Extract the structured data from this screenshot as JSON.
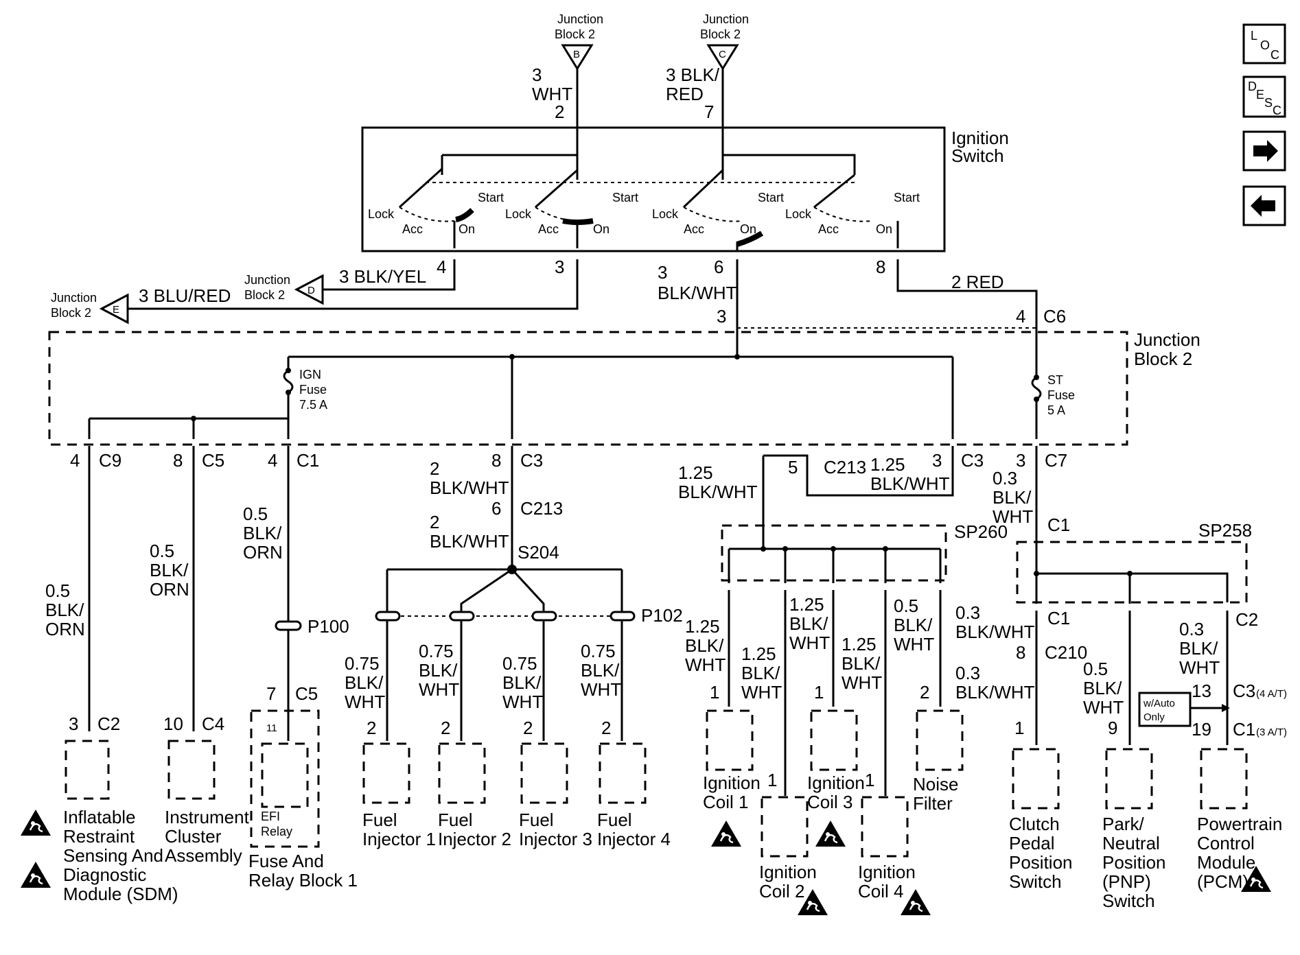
{
  "nav": {
    "loc": [
      "L",
      "O",
      "C"
    ],
    "desc": [
      "D",
      "E",
      "S",
      "C"
    ],
    "next_glyph": "➡",
    "prev_glyph": "⬅"
  },
  "ignition_switch": {
    "title": [
      "Ignition",
      "Switch"
    ],
    "pos_lock": "Lock",
    "pos_acc": "Acc",
    "pos_on": "On",
    "pos_start": "Start",
    "terms": [
      "4",
      "3",
      "6",
      "8"
    ],
    "top_terms": [
      "2",
      "7"
    ]
  },
  "top_feeds": [
    {
      "jb": [
        "Junction",
        "Block 2"
      ],
      "letter": "B",
      "wire": [
        "3",
        "WHT"
      ]
    },
    {
      "jb": [
        "Junction",
        "Block 2"
      ],
      "letter": "C",
      "wire": [
        "3 BLK/",
        "RED"
      ]
    }
  ],
  "left_feeds": [
    {
      "jb": [
        "Junction",
        "Block 2"
      ],
      "letter": "D",
      "wire": "3 BLK/YEL"
    },
    {
      "jb": [
        "Junction",
        "Block 2"
      ],
      "letter": "E",
      "wire": "3 BLU/RED"
    }
  ],
  "jb2": {
    "title": [
      "Junction",
      "Block 2"
    ],
    "in_wire_6": [
      "3",
      "BLK/WHT"
    ],
    "in_pin_3": "3",
    "in_wire_8": "2 RED",
    "in_pin_4": "4",
    "in_conn_c6": "C6",
    "ign_fuse": [
      "IGN",
      "Fuse",
      "7.5 A"
    ],
    "st_fuse": [
      "ST",
      "Fuse",
      "5 A"
    ]
  },
  "jb2_outputs": {
    "o1": [
      "4",
      "C9"
    ],
    "o2": [
      "8",
      "C5"
    ],
    "o3": [
      "4",
      "C1"
    ],
    "o4": [
      "8",
      "C3"
    ],
    "o5": [
      "3",
      "C3"
    ],
    "o6": [
      "3",
      "C7"
    ]
  },
  "wires": {
    "sdm": [
      "0.5",
      "BLK/",
      "ORN"
    ],
    "ic": [
      "0.5",
      "BLK/",
      "ORN"
    ],
    "fuse": [
      "0.5",
      "BLK/",
      "ORN"
    ],
    "inj_main": [
      "2",
      "BLK/WHT"
    ],
    "inj_c213": [
      "6",
      "C213"
    ],
    "inj_s204": [
      "2",
      "BLK/WHT"
    ],
    "s204": "S204",
    "p100": "P100",
    "p102": "P102",
    "inj": [
      "0.75",
      "BLK/",
      "WHT"
    ],
    "coil_feed": [
      "1.25",
      "BLK/WHT"
    ],
    "c213_5": [
      "5",
      "C213"
    ],
    "coil_feed_b": [
      "1.25",
      "BLK/WHT"
    ],
    "sp260": "SP260",
    "sp258": "SP258",
    "coil": [
      "1.25",
      "BLK/",
      "WHT"
    ],
    "nf": [
      "0.5",
      "BLK/",
      "WHT"
    ],
    "st_out": [
      "0.3",
      "BLK/",
      "WHT"
    ],
    "st_c1": "C1",
    "clutch_a": [
      "0.3",
      "BLK/WHT"
    ],
    "clutch_c1": "C1",
    "c210": [
      "8",
      "C210"
    ],
    "clutch_b": [
      "0.3",
      "BLK/WHT"
    ],
    "pnp": [
      "0.5",
      "BLK/",
      "WHT"
    ],
    "pcm": [
      "0.3",
      "BLK/",
      "WHT"
    ],
    "pcm_c2": "C2",
    "auto_only": [
      "w/Auto",
      "Only"
    ],
    "pcm_c3": [
      "13",
      "C3",
      "(4 A/T)"
    ],
    "pcm_c1": [
      "19",
      "C1",
      "(3 A/T)"
    ]
  },
  "components": {
    "sdm": {
      "pin": [
        "3",
        "C2"
      ],
      "name": [
        "Inflatable",
        "Restraint",
        "Sensing And",
        "Diagnostic",
        "Module (SDM)"
      ]
    },
    "ic": {
      "pin": [
        "10",
        "C4"
      ],
      "name": [
        "Instrument",
        "Cluster",
        "Assembly"
      ]
    },
    "fuse_block": {
      "pin": [
        "7",
        "C5"
      ],
      "inner_pin": "11",
      "relay": [
        "EFI",
        "Relay"
      ],
      "name": [
        "Fuse And",
        "Relay Block 1"
      ]
    },
    "inj1": {
      "pin": "2",
      "name": [
        "Fuel",
        "Injector 1"
      ]
    },
    "inj2": {
      "pin": "2",
      "name": [
        "Fuel",
        "Injector 2"
      ]
    },
    "inj3": {
      "pin": "2",
      "name": [
        "Fuel",
        "Injector 3"
      ]
    },
    "inj4": {
      "pin": "2",
      "name": [
        "Fuel",
        "Injector 4"
      ]
    },
    "coil1": {
      "pin": "1",
      "pin_b": "1",
      "name": [
        "Ignition",
        "Coil 1"
      ]
    },
    "coil2": {
      "pin": "1",
      "name": [
        "Ignition",
        "Coil 2"
      ]
    },
    "coil3": {
      "pin": "1",
      "pin_b": "1",
      "name": [
        "Ignition",
        "Coil 3"
      ]
    },
    "coil4": {
      "pin": "1",
      "name": [
        "Ignition",
        "Coil 4"
      ]
    },
    "nf": {
      "pin": "2",
      "name": [
        "Noise",
        "Filter"
      ]
    },
    "clutch": {
      "pin": "1",
      "name": [
        "Clutch",
        "Pedal",
        "Position",
        "Switch"
      ]
    },
    "pnp": {
      "pin": "9",
      "name": [
        "Park/",
        "Neutral",
        "Position",
        "(PNP)",
        "Switch"
      ]
    },
    "pcm": {
      "name": [
        "Powertrain",
        "Control",
        "Module",
        "(PCM)"
      ]
    }
  }
}
